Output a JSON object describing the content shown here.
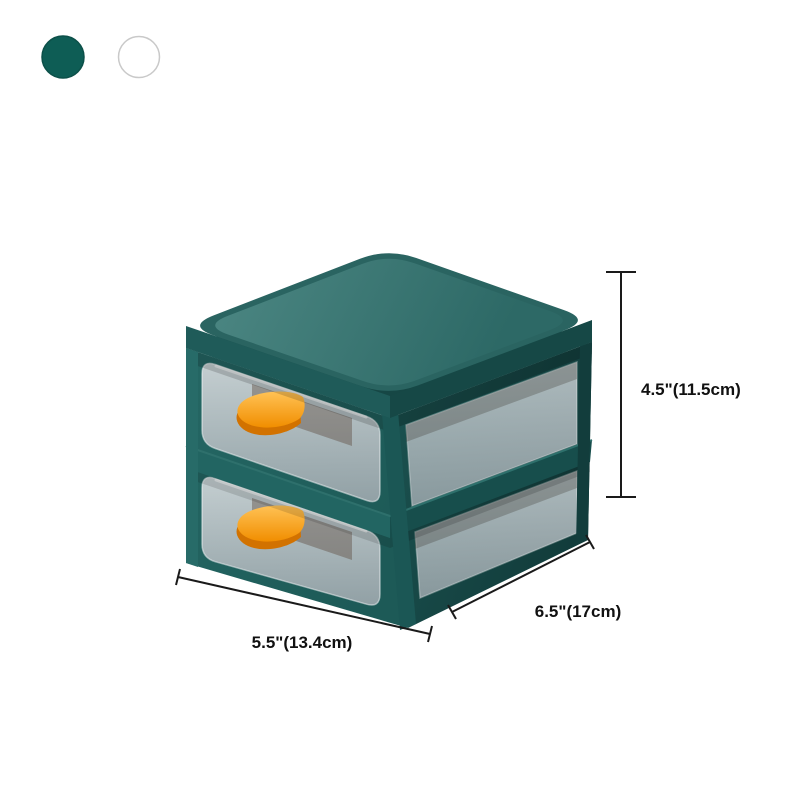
{
  "swatches": [
    {
      "name": "dark-green",
      "fill": "#0e5d55",
      "stroke": "#0c5049"
    },
    {
      "name": "white",
      "fill": "#ffffff",
      "stroke": "#c9c9c9"
    }
  ],
  "dimensions": {
    "height_label": "4.5\"(11.5cm)",
    "depth_label": "6.5\"(17cm)",
    "width_label": "5.5\"(13.4cm)"
  },
  "product_colors": {
    "frame_teal": "#216261",
    "frame_teal_dark": "#164846",
    "lid_teal": "#3a7975",
    "drawer_panel": "#b9bfc4",
    "handle_orange": "#ff9e1f",
    "handle_orange_shadow": "#d27200",
    "dimension_ink": "#1a1a1a"
  }
}
